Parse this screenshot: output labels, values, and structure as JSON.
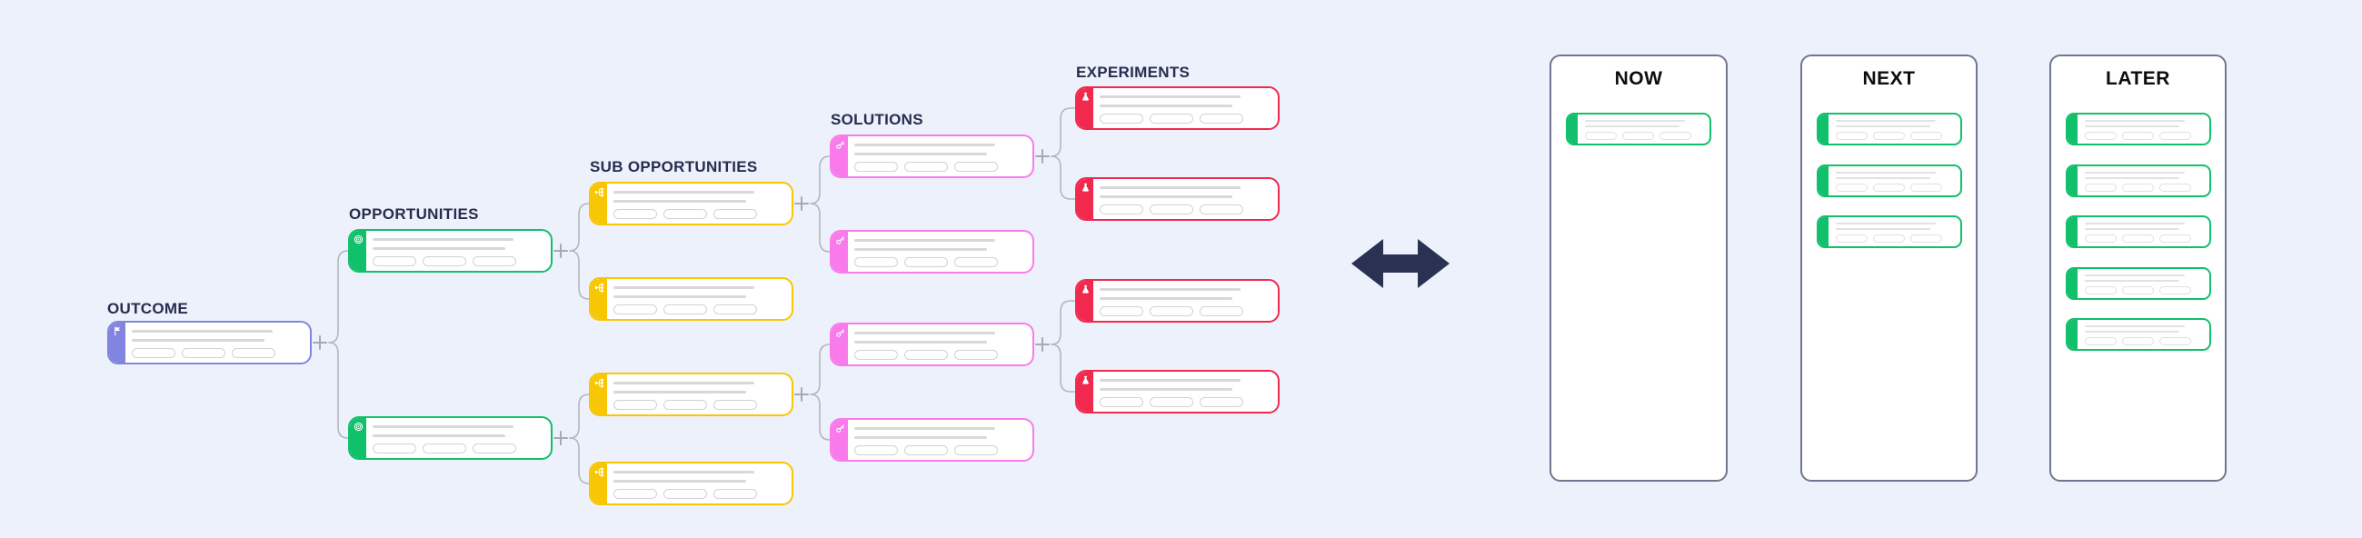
{
  "canvas": {
    "background": "#EDF1FB"
  },
  "tree": {
    "labels": {
      "outcome": "OUTCOME",
      "opportunities": "OPPORTUNITIES",
      "sub_opportunities": "SUB OPPORTUNITIES",
      "solutions": "SOLUTIONS",
      "experiments": "EXPERIMENTS"
    },
    "icons": {
      "outcome": "flag-icon",
      "opportunity": "target-icon",
      "sub_opportunity": "hierarchy-icon",
      "solution": "key-icon",
      "experiment": "flask-icon"
    },
    "node_counts": {
      "outcome": 1,
      "opportunities": 2,
      "sub_opportunities": 4,
      "solutions": 4,
      "experiments": 4
    }
  },
  "colors": {
    "outcome": "#8185E0",
    "opportunity": "#11C06B",
    "sub_opportunity": "#F7C605",
    "solution": "#F97BEB",
    "experiment": "#F2294E",
    "arrow": "#2B3153",
    "connector": "#B5B6BF",
    "plus": "#A7A9B3",
    "label_ink": "#272D4E",
    "panel_border": "#71768F",
    "skeleton_line": "#D8D8D8",
    "skeleton_pill_border": "#D2D2D2"
  },
  "panels": [
    {
      "title": "NOW",
      "card_count": 1
    },
    {
      "title": "NEXT",
      "card_count": 3
    },
    {
      "title": "LATER",
      "card_count": 5
    }
  ]
}
